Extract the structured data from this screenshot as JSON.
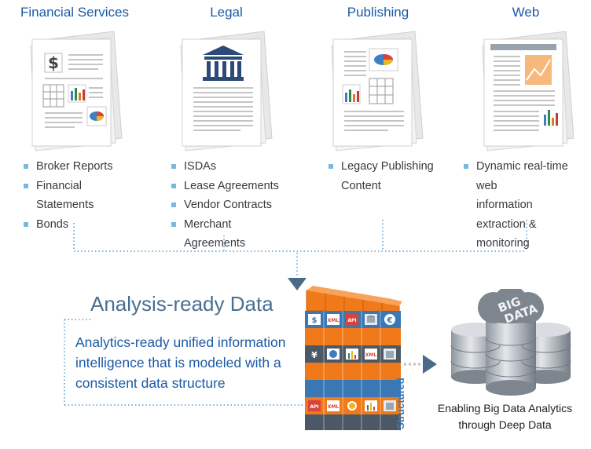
{
  "columns": [
    {
      "title": "Financial Services",
      "bullets": [
        "Broker Reports",
        "Financial Statements",
        "Bonds"
      ]
    },
    {
      "title": "Legal",
      "bullets": [
        "ISDAs",
        "Lease Agreements",
        "Vendor Contracts",
        "Merchant Agreements"
      ]
    },
    {
      "title": "Publishing",
      "bullets": [
        "Legacy Publishing",
        "Content"
      ]
    },
    {
      "title": "Web",
      "bullets": [
        "Dynamic real-time web",
        "information extraction &",
        "monitoring"
      ]
    }
  ],
  "analysis": {
    "title": "Analysis-ready Data",
    "description": "Analytics-ready unified information intelligence that is modeled with a consistent data structure"
  },
  "cube_wall": {
    "side_label": "Structured",
    "tile_labels": [
      "$",
      "XML",
      "API",
      "€",
      "¥",
      "XML",
      "API",
      "XML"
    ]
  },
  "big_data": {
    "badge_line1": "BIG",
    "badge_line2": "DATA",
    "caption_line1": "Enabling Big Data Analytics",
    "caption_line2": "through Deep Data"
  },
  "colors": {
    "title_blue": "#1b5aa5",
    "bullet_square": "#7ab8df",
    "dotted_line": "#7ab8df",
    "arrow_navy": "#4a6a88",
    "cube_orange": "#f07a1a",
    "cube_blue": "#3a78b5",
    "cube_dark": "#4c5866"
  }
}
